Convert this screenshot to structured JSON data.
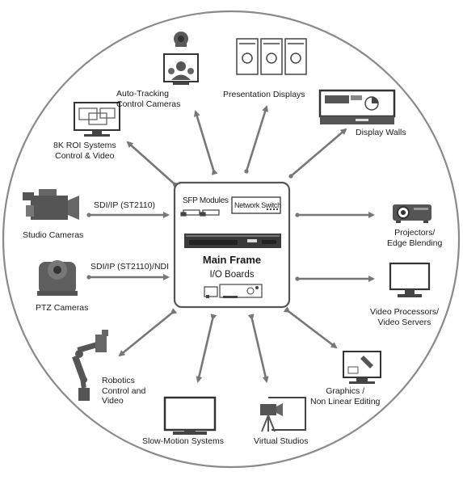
{
  "hub": {
    "sfp_modules": "SFP Modules",
    "network_switch": "Network Switch",
    "main_frame": "Main Frame",
    "io_boards": "I/O Boards"
  },
  "edges": {
    "studio": "SDI/IP (ST2110)",
    "ptz": "SDI/IP (ST2110)/NDI"
  },
  "nodes": {
    "auto_tracking": [
      "Auto-Tracking",
      "Control Cameras"
    ],
    "presentation": [
      "Presentation Displays"
    ],
    "display_walls": [
      "Display Walls"
    ],
    "roi_8k": [
      "8K ROI Systems",
      "Control & Video"
    ],
    "studio_cameras": [
      "Studio Cameras"
    ],
    "projectors": [
      "Projectors/",
      "Edge Blending"
    ],
    "ptz_cameras": [
      "PTZ Cameras"
    ],
    "video_processors": [
      "Video Processors/",
      "Video Servers"
    ],
    "robotics": [
      "Robotics",
      "Control and",
      "Video"
    ],
    "graphics": [
      "Graphics /",
      "Non Linear Editing"
    ],
    "slow_motion": [
      "Slow-Motion Systems"
    ],
    "virtual_studios": [
      "Virtual Studios"
    ]
  }
}
